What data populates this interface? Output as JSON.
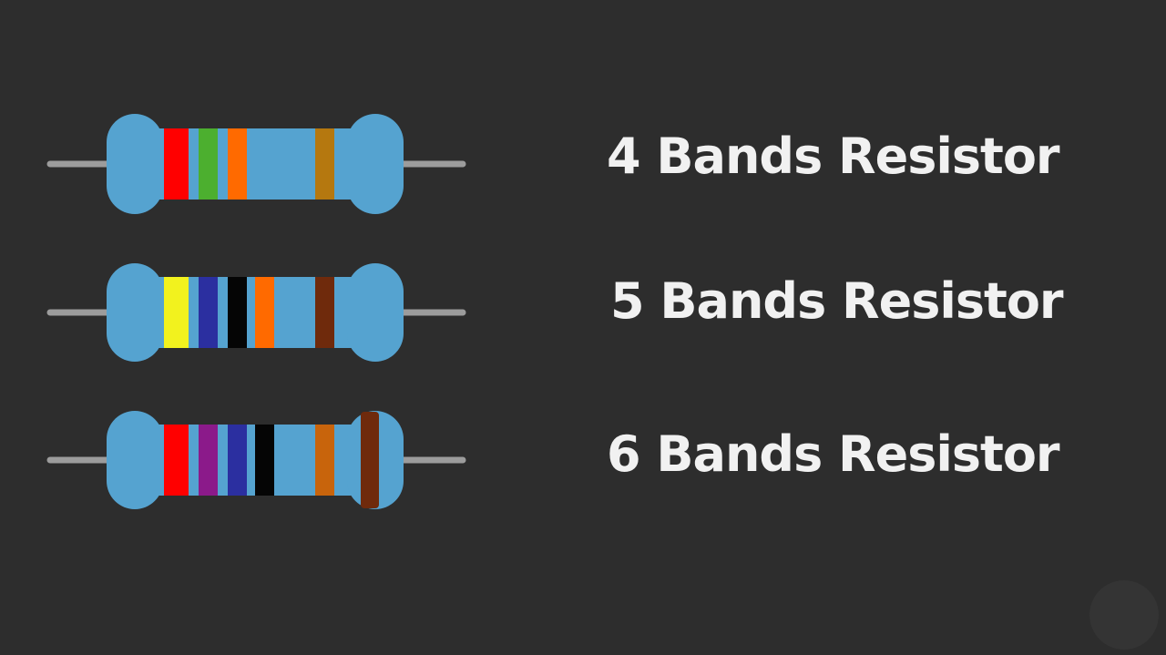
{
  "resistors": [
    {
      "label": "4 Bands Resistor",
      "bands": [
        "#ff0000",
        "#4caf2f",
        "#ff6a00",
        "#b5780f"
      ]
    },
    {
      "label": "5 Bands Resistor",
      "bands": [
        "#f2f21e",
        "#2b2fa0",
        "#050505",
        "#ff6a00",
        "#6f2a0c"
      ]
    },
    {
      "label": "6 Bands Resistor",
      "bands": [
        "#ff0000",
        "#8b1a8a",
        "#2b2fa0",
        "#050505",
        "#c8640c",
        "#6f2a0c"
      ]
    }
  ],
  "colors": {
    "background": "#2d2d2d",
    "resistor_body": "#55a3d0",
    "lead": "#9c9c9c",
    "label_text": "#f1f1f1"
  }
}
